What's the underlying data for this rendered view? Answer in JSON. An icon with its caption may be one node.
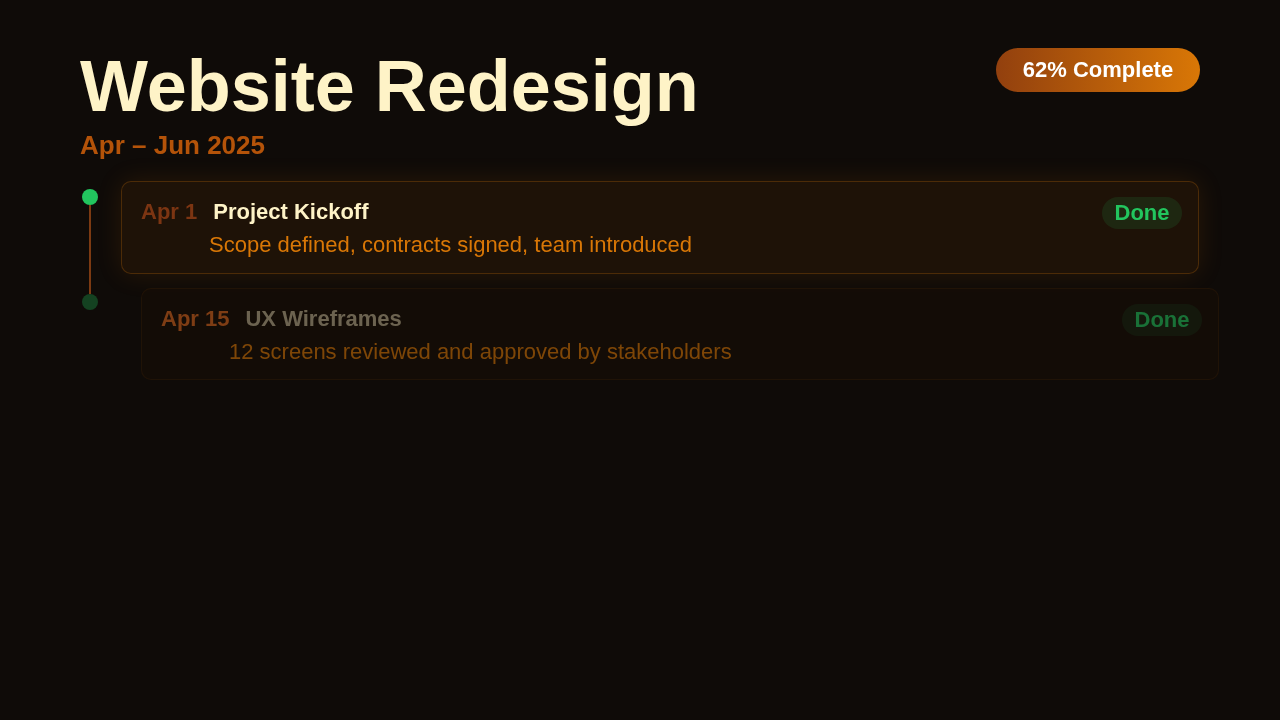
{
  "diagram": {
    "title": "Website Redesign",
    "nodes": [
      {
        "text": [
          "62% Complete"
        ]
      },
      {
        "text": [],
        "shape": "circle"
      },
      {
        "text": [
          "Apr 1",
          "Project Kickoff",
          "Scope defined, contracts signed, team introduced"
        ]
      },
      {
        "text": [
          "Done"
        ],
        "in": 2
      },
      {
        "text": [],
        "shape": "circle"
      },
      {
        "text": [
          "Apr 15",
          "UX Wireframes",
          "12 screens reviewed and approved by stakeholders"
        ]
      },
      {
        "text": [
          "Done"
        ],
        "in": 5
      }
    ],
    "edges": [
      {
        "from": 1,
        "to": 4,
        "arrow": "none"
      }
    ],
    "labels": [
      "Apr – Jun 2025"
    ]
  }
}
